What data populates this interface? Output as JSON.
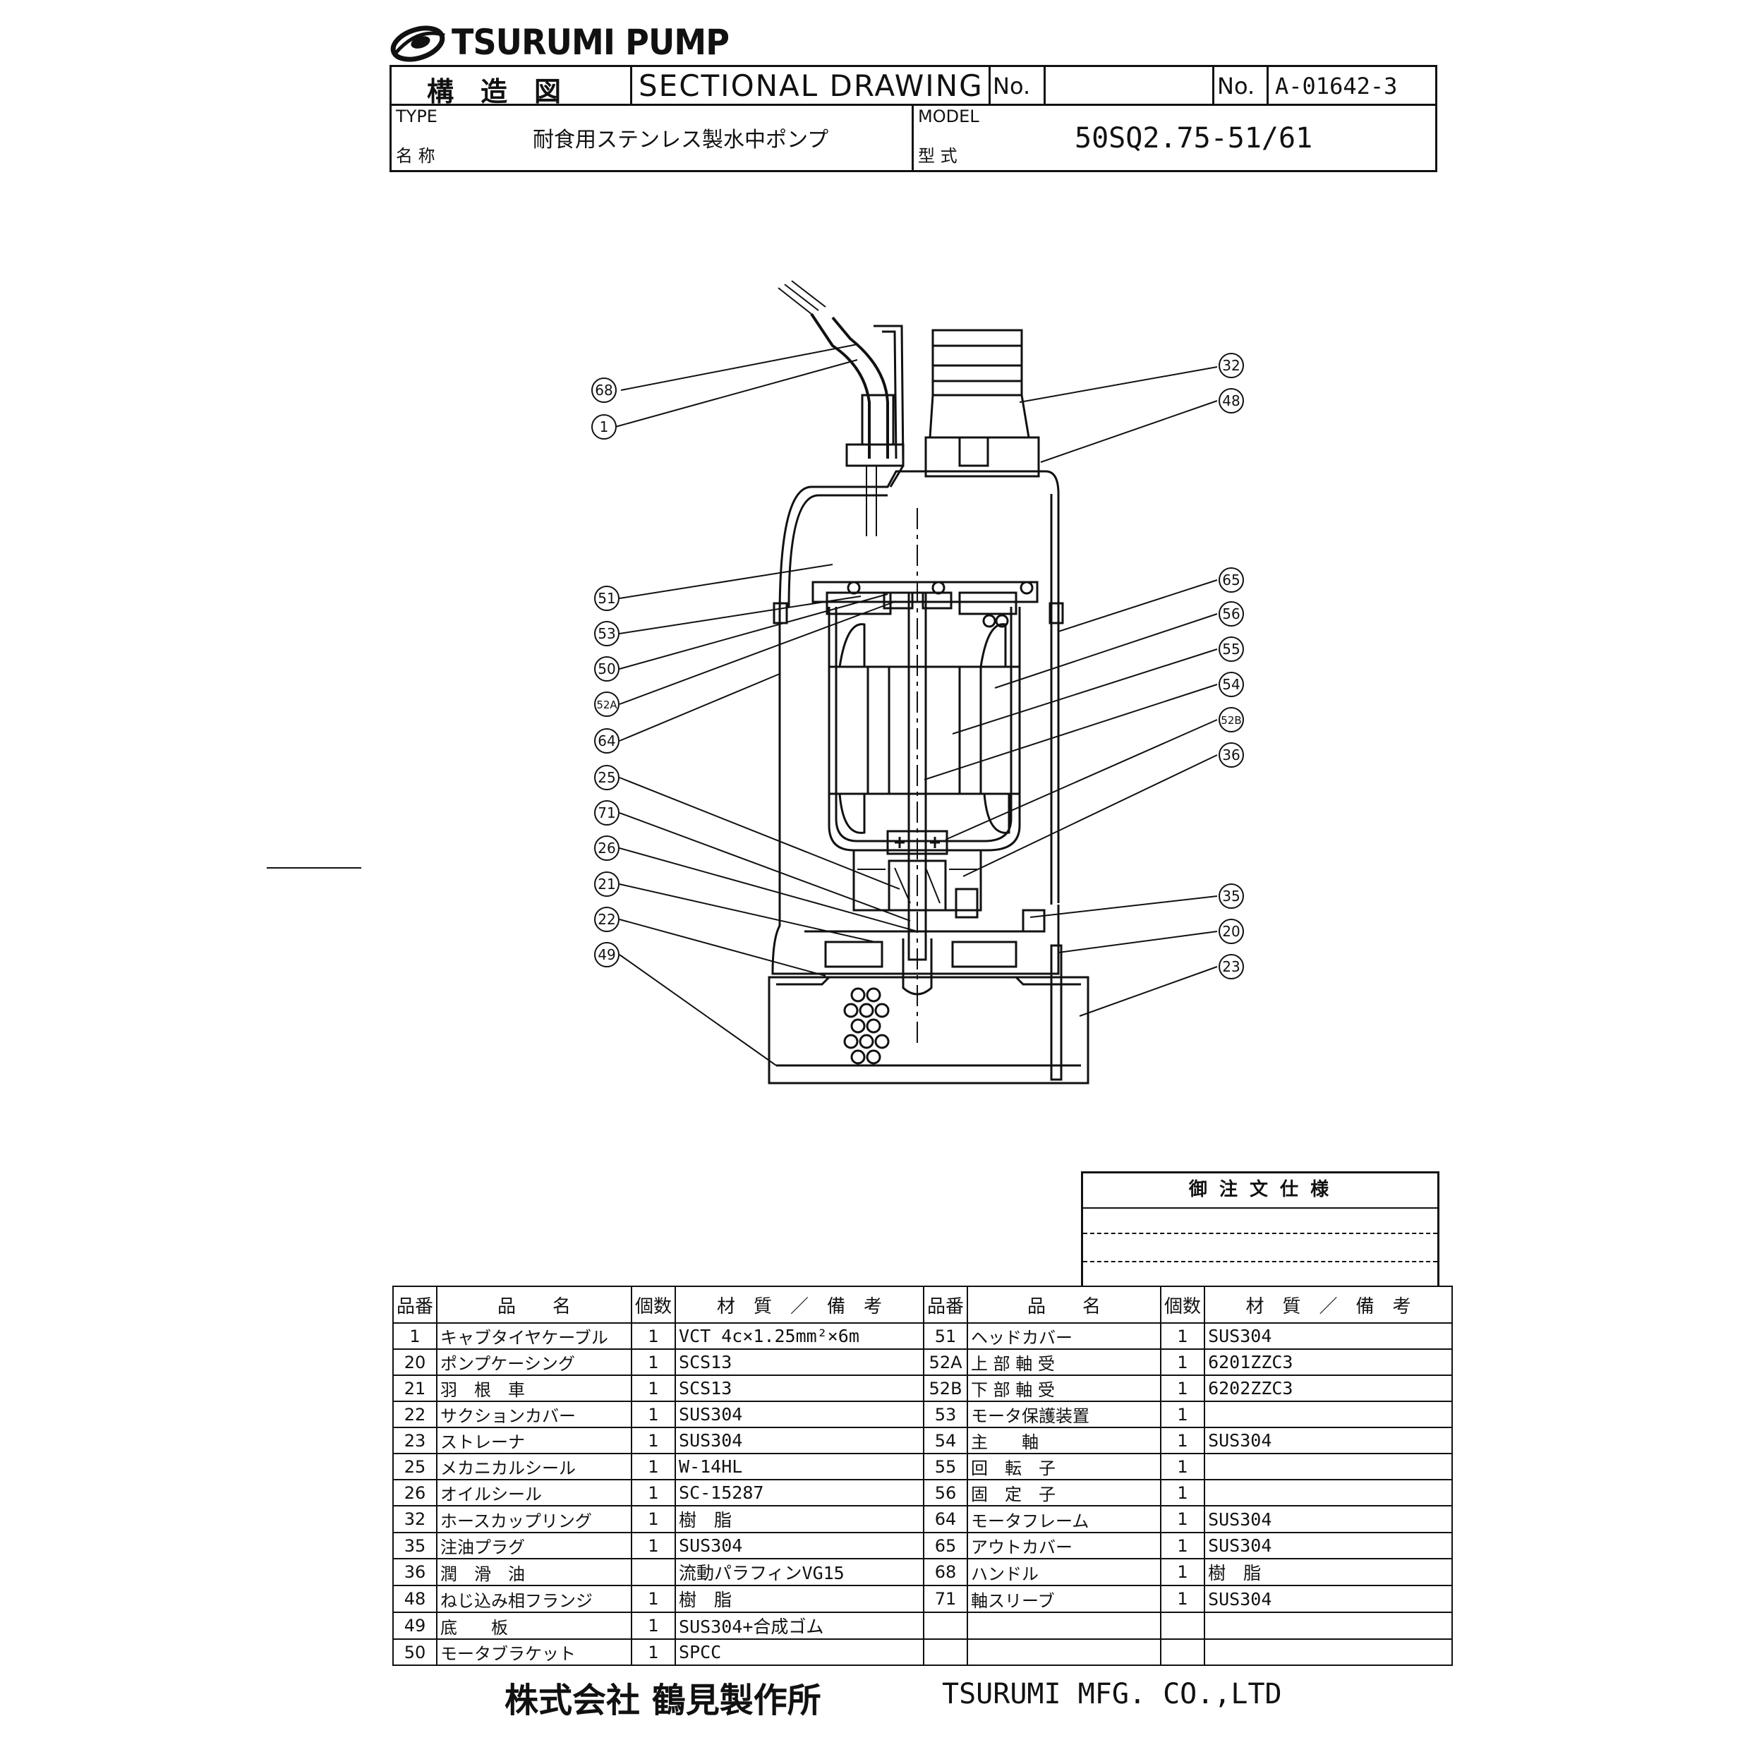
{
  "logo": {
    "text": "TSURUMI PUMP"
  },
  "header": {
    "kouzouzu": "構　造　図",
    "sectional_drawing": "SECTIONAL DRAWING",
    "no_label_1": "No.",
    "no_label_2": "No.",
    "drawing_no": "A-01642-3",
    "type_label_en": "TYPE",
    "type_label_jp": "名 称",
    "type_value": "耐食用ステンレス製水中ポンプ",
    "model_label_en": "MODEL",
    "model_label_jp": "型 式",
    "model_value": "50SQ2.75-51/61"
  },
  "callouts_left": [
    "68",
    "1",
    "51",
    "53",
    "50",
    "52A",
    "64",
    "25",
    "71",
    "26",
    "21",
    "22",
    "49"
  ],
  "callouts_right": [
    "32",
    "48",
    "65",
    "56",
    "55",
    "54",
    "52B",
    "36",
    "35",
    "20",
    "23"
  ],
  "order_spec": {
    "title": "御 注 文 仕 様"
  },
  "parts_table": {
    "headers": [
      "品番",
      "品　　名",
      "個数",
      "材　質　／　備　考",
      "品番",
      "品　　名",
      "個数",
      "材　質　／　備　考"
    ],
    "rows": [
      [
        "1",
        "キャブタイヤケーブル",
        "1",
        "VCT 4c×1.25mm²×6m",
        "51",
        "ヘッドカバー",
        "1",
        "SUS304"
      ],
      [
        "20",
        "ポンプケーシング",
        "1",
        "SCS13",
        "52A",
        "上 部 軸 受",
        "1",
        "6201ZZC3"
      ],
      [
        "21",
        "羽　根　車",
        "1",
        "SCS13",
        "52B",
        "下 部 軸 受",
        "1",
        "6202ZZC3"
      ],
      [
        "22",
        "サクションカバー",
        "1",
        "SUS304",
        "53",
        "モータ保護装置",
        "1",
        ""
      ],
      [
        "23",
        "ストレーナ",
        "1",
        "SUS304",
        "54",
        "主　　軸",
        "1",
        "SUS304"
      ],
      [
        "25",
        "メカニカルシール",
        "1",
        "W-14HL",
        "55",
        "回　転　子",
        "1",
        ""
      ],
      [
        "26",
        "オイルシール",
        "1",
        "SC-15287",
        "56",
        "固　定　子",
        "1",
        ""
      ],
      [
        "32",
        "ホースカップリング",
        "1",
        "樹　脂",
        "64",
        "モータフレーム",
        "1",
        "SUS304"
      ],
      [
        "35",
        "注油プラグ",
        "1",
        "SUS304",
        "65",
        "アウトカバー",
        "1",
        "SUS304"
      ],
      [
        "36",
        "潤　滑　油",
        "",
        "流動パラフィンVG15",
        "68",
        "ハンドル",
        "1",
        "樹　脂"
      ],
      [
        "48",
        "ねじ込み相フランジ",
        "1",
        "樹　脂",
        "71",
        "軸スリーブ",
        "1",
        "SUS304"
      ],
      [
        "49",
        "底　　板",
        "1",
        "SUS304+合成ゴム",
        "",
        "",
        "",
        ""
      ],
      [
        "50",
        "モータブラケット",
        "1",
        "SPCC",
        "",
        "",
        "",
        ""
      ]
    ]
  },
  "footer": {
    "company_jp": "株式会社 鶴見製作所",
    "company_en": "TSURUMI MFG. CO.,LTD"
  }
}
